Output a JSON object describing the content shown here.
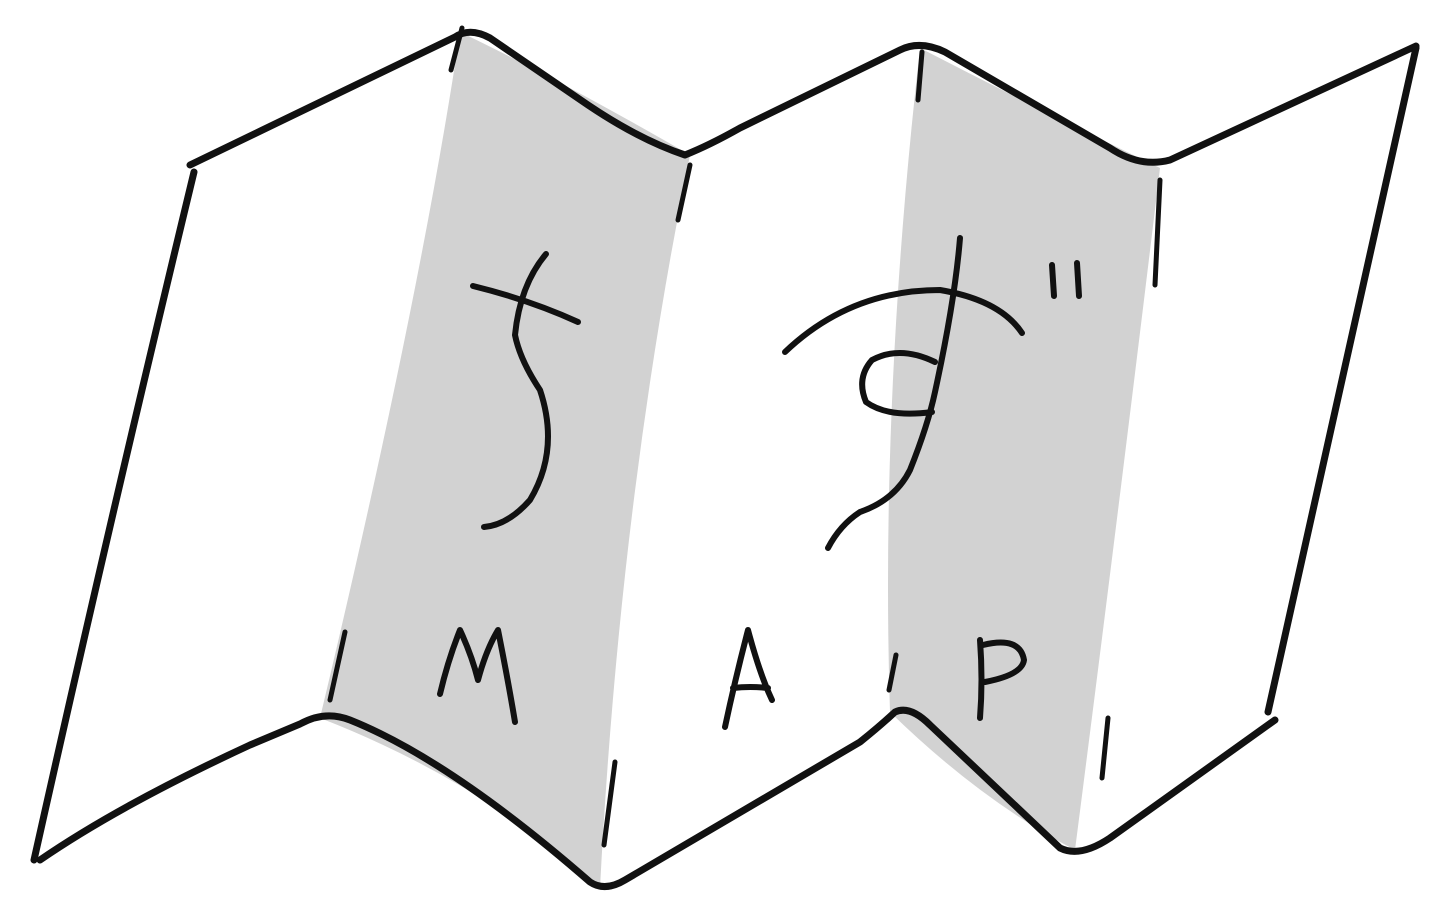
{
  "illustration": {
    "subject": "folded-map",
    "colors": {
      "paper": "#ffffff",
      "shade": "#d2d2d2",
      "ink": "#111111"
    },
    "kana_label": "ちず",
    "letters": [
      "M",
      "A",
      "P"
    ]
  }
}
